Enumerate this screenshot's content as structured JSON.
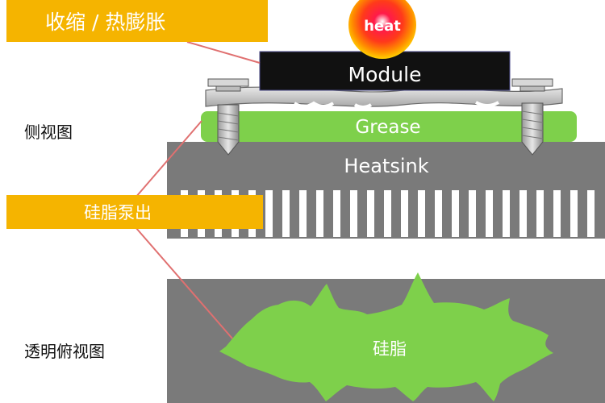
{
  "callouts": {
    "top": "收缩 / 热膨胀",
    "middle": "硅脂泵出"
  },
  "side_labels": {
    "side_view": "侧视图",
    "top_view": "透明俯视图"
  },
  "parts": {
    "heat": "heat",
    "module": "Module",
    "grease": "Grease",
    "heatsink": "Heatsink",
    "grease_top": "硅脂"
  },
  "colors": {
    "callout": "#f5b400",
    "grease": "#7ed04b",
    "heatsink": "#7a7a7a",
    "module": "#111111",
    "plate": "#c8c8c8",
    "leader": "#e07070"
  }
}
